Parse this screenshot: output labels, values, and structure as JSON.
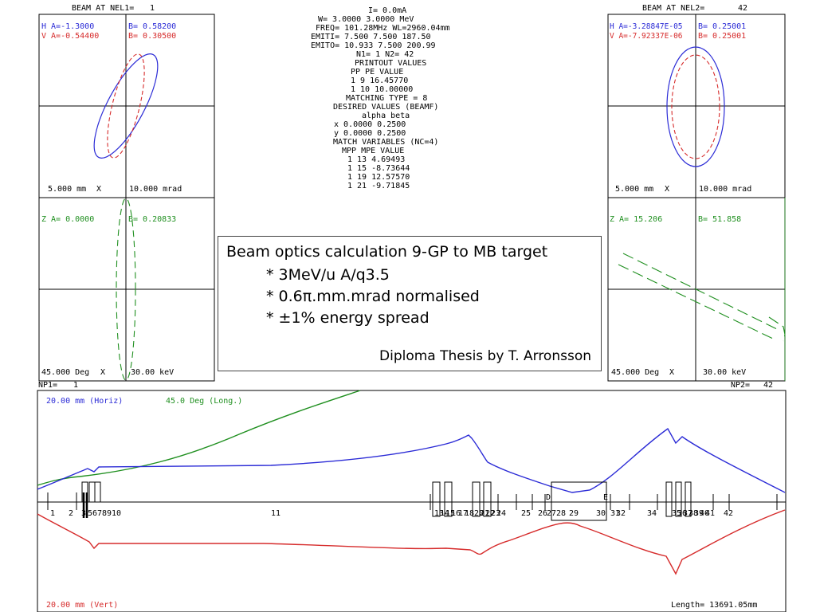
{
  "left_panel": {
    "header": "BEAM AT NEL1=",
    "header_value": "1",
    "h_a": "H A=-1.3000",
    "v_a": "V A=-0.54400",
    "b_h": "B= 0.58200",
    "b_v": "B= 0.30500",
    "x_scale": "5.000 mm",
    "x_label": "X",
    "y_scale": "10.000 mrad",
    "z_a": "Z A=  0.0000",
    "b_z": "B= 0.20833",
    "z_scale": "45.000 Deg",
    "z_label": "X",
    "e_scale": "30.00 keV"
  },
  "right_panel": {
    "header": "BEAM AT NEL2=",
    "header_value": "42",
    "h_a": "H A=-3.28847E-05",
    "v_a": "V A=-7.92337E-06",
    "b_h": "B= 0.25001",
    "b_v": "B= 0.25001",
    "x_scale": "5.000 mm",
    "x_label": "X",
    "y_scale": "10.000 mrad",
    "z_a": "Z A=  15.206",
    "b_z": "B=  51.858",
    "z_scale": "45.000 Deg",
    "z_label": "X",
    "e_scale": "30.00 keV"
  },
  "center_text": {
    "line1": "I=      0.0mA",
    "line2": "W=   3.0000     3.0000 MeV",
    "line3": "FREQ= 101.28MHz   WL=2960.04mm",
    "line4": "EMITI=   7.500    7.500  187.50",
    "line5": "EMITO=  10.933    7.500  200.99",
    "line6": "N1=    1   N2=   42",
    "line7": "PRINTOUT VALUES",
    "line8": "PP PE        VALUE",
    "line9": "1   9    16.45770",
    "line10": "1  10    10.00000",
    "line11": "MATCHING TYPE =  8",
    "line12": "DESIRED VALUES (BEAMF)",
    "line13": "alpha     beta",
    "line14": "x     0.0000     0.2500",
    "line15": "y     0.0000     0.2500",
    "line16": "MATCH VARIABLES (NC=4)",
    "line17": "MPP MPE        VALUE",
    "line18": "1   13     4.69493",
    "line19": "1   15    -8.73644",
    "line20": "1   19    12.57570",
    "line21": "1   21    -9.71845"
  },
  "callout": {
    "title": "Beam optics calculation 9-GP to MB target",
    "bullet1": "* 3MeV/u A/q3.5",
    "bullet2": "* 0.6π.mm.mrad normalised",
    "bullet3": "* ±1% energy spread",
    "credit": "Diploma Thesis by T. Arronsson"
  },
  "envelope": {
    "np1": "NP1=",
    "np1_value": "1",
    "np2": "NP2=",
    "np2_value": "42",
    "horiz_label": "20.00 mm (Horiz)",
    "long_label": "45.0 Deg (Long.)",
    "vert_label": "20.00 mm (Vert)",
    "length": "Length= 13691.05mm",
    "element_numbers": [
      "1",
      "2",
      "3",
      "5",
      "6",
      "7",
      "8",
      "9",
      "10",
      "11",
      "13",
      "14",
      "15",
      "16",
      "17",
      "18",
      "20",
      "21",
      "22",
      "23",
      "24",
      "25",
      "26",
      "27",
      "28",
      "29",
      "30",
      "31",
      "32",
      "34",
      "35",
      "36",
      "37",
      "38",
      "39",
      "40",
      "41",
      "42"
    ],
    "marker_d": "D",
    "marker_e": "E"
  },
  "colors": {
    "horizontal": "#2b2bd6",
    "vertical": "#d62b2b",
    "longitudinal": "#1f8f1f",
    "frame": "#000000"
  }
}
